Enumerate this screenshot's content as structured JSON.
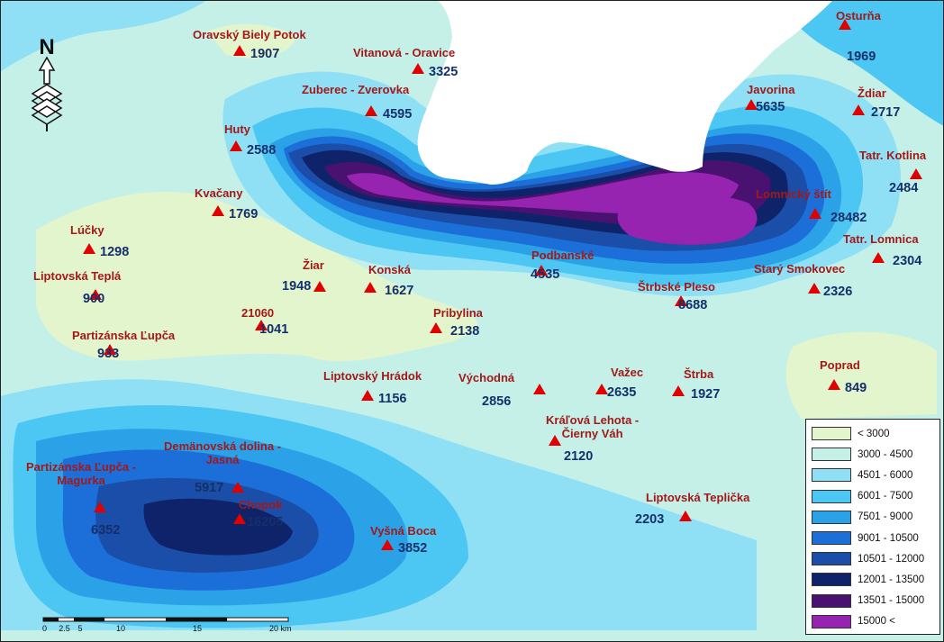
{
  "legend": {
    "items": [
      {
        "label": "< 3000",
        "color": "#e2f5cd"
      },
      {
        "label": "3000 - 4500",
        "color": "#c5f0e8"
      },
      {
        "label": "4501 - 6000",
        "color": "#8fe0f5"
      },
      {
        "label": "6001 - 7500",
        "color": "#4cc6f2"
      },
      {
        "label": "7501 - 9000",
        "color": "#2ba2e8"
      },
      {
        "label": "9001 - 10500",
        "color": "#1c6fd8"
      },
      {
        "label": "10501 - 12000",
        "color": "#1a4ea8"
      },
      {
        "label": "12001 - 13500",
        "color": "#0f236a"
      },
      {
        "label": "13501 - 15000",
        "color": "#4a1270"
      },
      {
        "label": "15000 <",
        "color": "#9624b0"
      }
    ]
  },
  "scale_bar": {
    "ticks": [
      "0",
      "2.5",
      "5",
      "10",
      "15",
      "20 km"
    ]
  },
  "north_arrow": {
    "letter": "N",
    "icon": "north-arrow-icon"
  },
  "marker_color": "#e00000",
  "stations": [
    {
      "name": "Oravský Biely Potok",
      "value": "1907"
    },
    {
      "name": "Vitanová - Oravice",
      "value": "3325"
    },
    {
      "name": "Zuberec - Zverovka",
      "value": "4595"
    },
    {
      "name": "Huty",
      "value": "2588"
    },
    {
      "name": "Kvačany",
      "value": "1769"
    },
    {
      "name": "Lúčky",
      "value": "1298"
    },
    {
      "name": "Liptovská Teplá",
      "value": "900"
    },
    {
      "name": "Žiar",
      "value": "1948"
    },
    {
      "name": "Konská",
      "value": "1627"
    },
    {
      "name": "21060",
      "value": "1041"
    },
    {
      "name": "Partizánska Ľupča",
      "value": "933"
    },
    {
      "name": "Pribylina",
      "value": "2138"
    },
    {
      "name": "Liptovský Hrádok",
      "value": "1156"
    },
    {
      "name": "Východná",
      "value": "2856"
    },
    {
      "name": "Važec",
      "value": "2635"
    },
    {
      "name": "Štrba",
      "value": "1927"
    },
    {
      "name": "Kráľová Lehota - Čierny Váh",
      "value": "2120"
    },
    {
      "name": "Demänovská dolina - Jasná",
      "value": "5917"
    },
    {
      "name": "Chopok",
      "value": "16205"
    },
    {
      "name": "Partizánska Ľupča - Magurka",
      "value": "6352"
    },
    {
      "name": "Vyšná Boca",
      "value": "3852"
    },
    {
      "name": "Liptovská Teplička",
      "value": "2203"
    },
    {
      "name": "Podbanské",
      "value": "4535"
    },
    {
      "name": "Štrbské Pleso",
      "value": "8688"
    },
    {
      "name": "Javorina",
      "value": "5635"
    },
    {
      "name": "Osturňa",
      "value": "1969"
    },
    {
      "name": "Ždiar",
      "value": "2717"
    },
    {
      "name": "Tatr. Kotlina",
      "value": "2484"
    },
    {
      "name": "Lomnický štít",
      "value": "28482"
    },
    {
      "name": "Tatr. Lomnica",
      "value": "2304"
    },
    {
      "name": "Starý Smokovec",
      "value": "2326"
    },
    {
      "name": "Poprad",
      "value": "849"
    }
  ]
}
